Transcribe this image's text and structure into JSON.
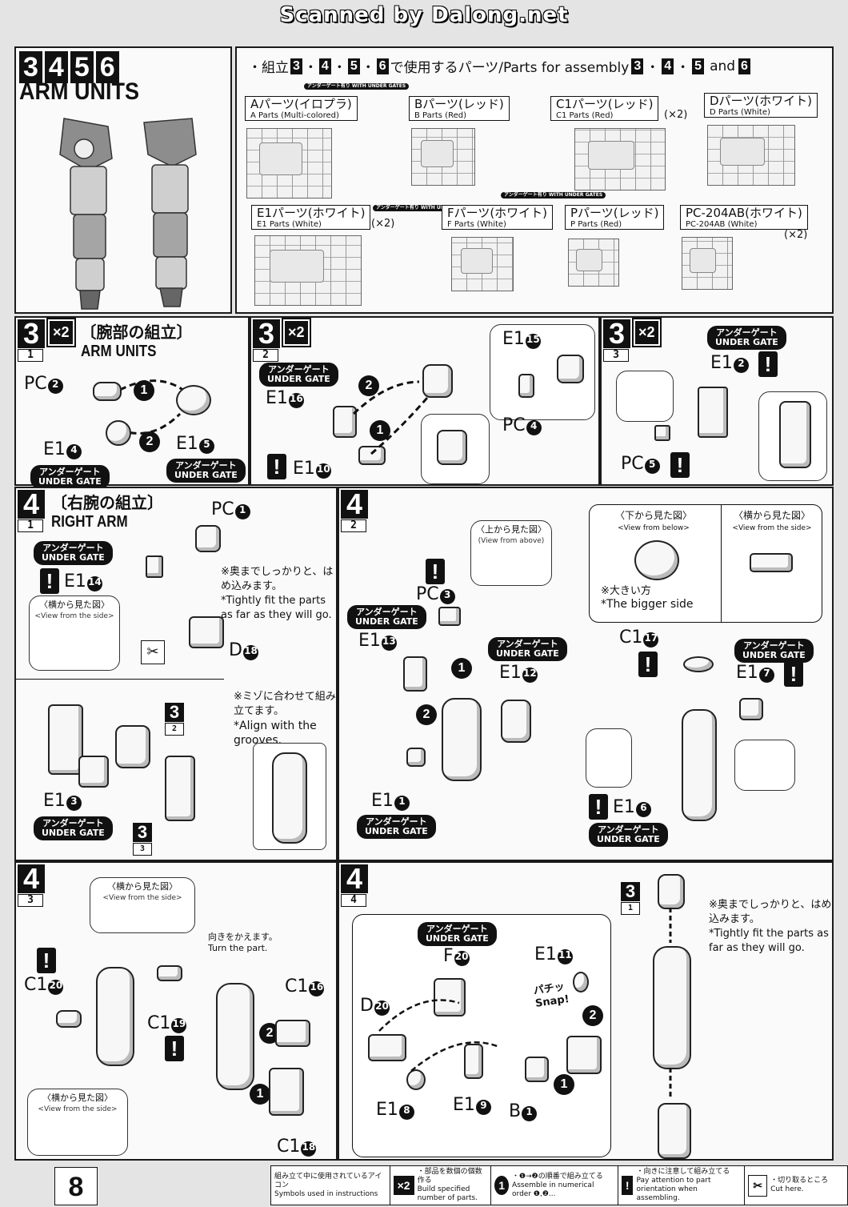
{
  "scan_banner": "Scanned by Dalong.net",
  "page_number": "8",
  "header": {
    "steps": [
      "3",
      "4",
      "5",
      "6"
    ],
    "title": "ARM UNITS",
    "parts_heading": "・組立",
    "parts_steps": [
      "3",
      "4",
      "5",
      "6"
    ],
    "parts_heading_mid": "で使用するパーツ/Parts for assembly",
    "parts_heading_and": "and",
    "sprues": [
      {
        "ja": "Aパーツ(イロプラ)",
        "en": "A Parts (Multi-colored)",
        "qty": "",
        "gate": "アンダーゲート有り WITH UNDER GATES"
      },
      {
        "ja": "Bパーツ(レッド)",
        "en": "B Parts (Red)",
        "qty": "",
        "gate": ""
      },
      {
        "ja": "C1パーツ(レッド)",
        "en": "C1 Parts (Red)",
        "qty": "(×2)",
        "gate": ""
      },
      {
        "ja": "Dパーツ(ホワイト)",
        "en": "D Parts (White)",
        "qty": "",
        "gate": ""
      },
      {
        "ja": "E1パーツ(ホワイト)",
        "en": "E1 Parts (White)",
        "qty": "(×2)",
        "gate": "アンダーゲート有り WITH UNDER GATES"
      },
      {
        "ja": "Fパーツ(ホワイト)",
        "en": "F Parts (White)",
        "qty": "",
        "gate": "アンダーゲート有り WITH UNDER GATES"
      },
      {
        "ja": "Pパーツ(レッド)",
        "en": "P Parts (Red)",
        "qty": "",
        "gate": ""
      },
      {
        "ja": "PC-204AB(ホワイト)",
        "en": "PC-204AB (White)",
        "qty": "(×2)",
        "gate": ""
      }
    ]
  },
  "gate_label": {
    "ja": "アンダーゲート",
    "en": "UNDER GATE"
  },
  "times2": "×2",
  "step3_1": {
    "num": "3",
    "sub": "1",
    "title_ja": "〔腕部の組立〕",
    "title_en": "ARM UNITS",
    "parts": [
      {
        "p": "PC",
        "n": "2"
      },
      {
        "p": "E1",
        "n": "4"
      },
      {
        "p": "E1",
        "n": "5"
      }
    ]
  },
  "step3_2": {
    "num": "3",
    "sub": "2",
    "parts": [
      {
        "p": "E1",
        "n": "16"
      },
      {
        "p": "E1",
        "n": "10"
      },
      {
        "p": "E1",
        "n": "15"
      },
      {
        "p": "PC",
        "n": "4"
      }
    ]
  },
  "step3_3": {
    "num": "3",
    "sub": "3",
    "parts": [
      {
        "p": "E1",
        "n": "2"
      },
      {
        "p": "PC",
        "n": "5"
      }
    ]
  },
  "step4_1": {
    "num": "4",
    "sub": "1",
    "title_ja": "〔右腕の組立〕",
    "title_en": "RIGHT ARM",
    "parts": [
      {
        "p": "PC",
        "n": "1"
      },
      {
        "p": "E1",
        "n": "14"
      },
      {
        "p": "D",
        "n": "18"
      },
      {
        "p": "E1",
        "n": "3"
      }
    ],
    "note1_ja": "※奥までしっかりと、はめ込みます。",
    "note1_en": "*Tightly fit the parts as far as they will go.",
    "note2_ja": "※ミゾに合わせて組み立てます。",
    "note2_en": "*Align with the grooves.",
    "side_ja": "〈横から見た図〉",
    "side_en": "<View from the side>",
    "ref_a": "3",
    "ref_a_sub": "2",
    "ref_b": "3",
    "ref_b_sub": "3"
  },
  "step4_2": {
    "num": "4",
    "sub": "2",
    "parts": [
      {
        "p": "PC",
        "n": "3"
      },
      {
        "p": "E1",
        "n": "13"
      },
      {
        "p": "E1",
        "n": "12"
      },
      {
        "p": "E1",
        "n": "1"
      },
      {
        "p": "C1",
        "n": "17"
      },
      {
        "p": "E1",
        "n": "7"
      },
      {
        "p": "E1",
        "n": "6"
      }
    ],
    "above_ja": "〈上から見た図〉",
    "above_en": "(View from above)",
    "below_ja": "〈下から見た図〉",
    "below_en": "<View from below>",
    "side_ja": "〈横から見た図〉",
    "side_en": "<View from the side>",
    "bigger_ja": "※大きい方",
    "bigger_en": "*The bigger side"
  },
  "step4_3": {
    "num": "4",
    "sub": "3",
    "parts": [
      {
        "p": "C1",
        "n": "20"
      },
      {
        "p": "C1",
        "n": "19"
      },
      {
        "p": "C1",
        "n": "16"
      },
      {
        "p": "C1",
        "n": "18"
      }
    ],
    "side_ja": "〈横から見た図〉",
    "side_en": "<View from the side>",
    "turn_ja": "向きをかえます。",
    "turn_en": "Turn the part."
  },
  "step4_4": {
    "num": "4",
    "sub": "4",
    "parts": [
      {
        "p": "F",
        "n": "20"
      },
      {
        "p": "D",
        "n": "20"
      },
      {
        "p": "E1",
        "n": "11"
      },
      {
        "p": "E1",
        "n": "8"
      },
      {
        "p": "E1",
        "n": "9"
      },
      {
        "p": "B",
        "n": "1"
      }
    ],
    "snap_ja": "パチッ",
    "snap_en": "Snap!",
    "ref": "3",
    "ref_sub": "1",
    "note_ja": "※奥までしっかりと、はめ込みます。",
    "note_en": "*Tightly fit the parts as far as they will go."
  },
  "order_marks": [
    "1",
    "2"
  ],
  "footer": {
    "title_ja": "組み立て中に使用されているアイコン",
    "title_en": "Symbols used in instructions",
    "items": [
      {
        "icon": "×2",
        "ja": "・部品を数個の個数作る",
        "en": "Build specified number of parts."
      },
      {
        "icon": "1",
        "ja": "・❶→❷の順番で組み立てる",
        "en": "Assemble in numerical order ❶,❷..."
      },
      {
        "icon": "!",
        "ja": "・向きに注意して組み立てる",
        "en": "Pay attention to part orientation when assembling."
      },
      {
        "icon": "✂",
        "ja": "・切り取るところ",
        "en": "Cut here."
      }
    ]
  }
}
